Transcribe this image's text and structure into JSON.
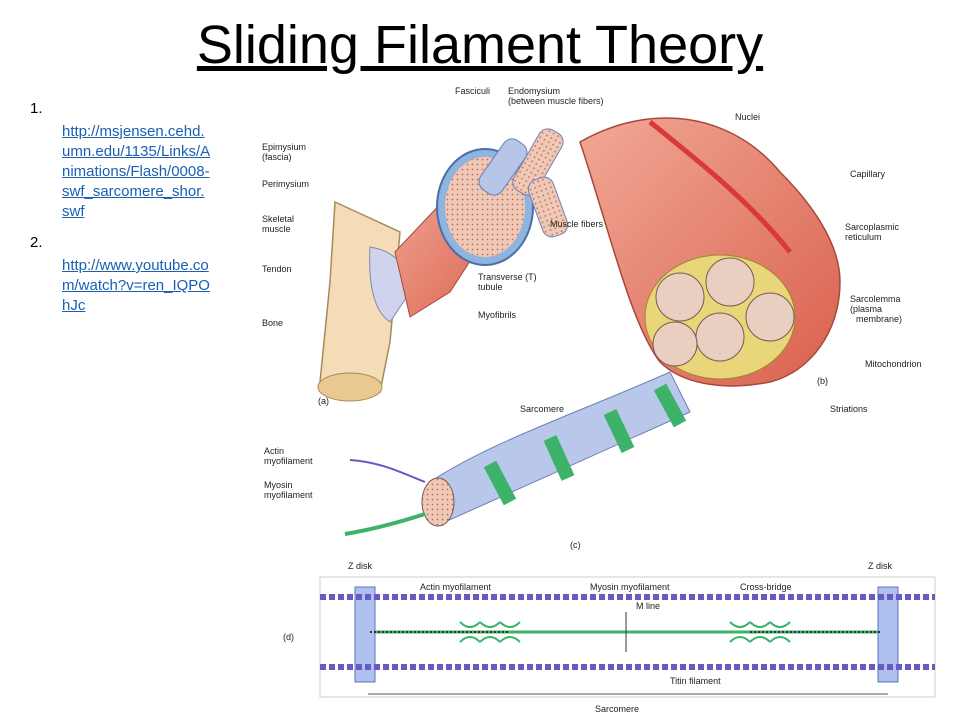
{
  "title": "Sliding Filament Theory",
  "links": [
    {
      "num": "1.",
      "url": "http://msjensen.cehd.umn.edu/1135/Links/Animations/Flash/0008-swf_sarcomere_shor.swf"
    },
    {
      "num": "2.",
      "url": "http://www.youtube.com/watch?v=ren_IQPOhJc"
    }
  ],
  "figure": {
    "labels": {
      "fasciculi": "Fasciculi",
      "endomysium": "Endomysium",
      "endomysium_sub": "(between muscle fibers)",
      "nuclei": "Nuclei",
      "epimysium": "Epimysium",
      "epimysium_sub": "(fascia)",
      "perimysium": "Perimysium",
      "skeletal": "Skeletal",
      "skeletal_sub": "muscle",
      "tendon": "Tendon",
      "bone": "Bone",
      "muscle_fibers": "Muscle fibers",
      "capillary": "Capillary",
      "sr": "Sarcoplasmic",
      "sr_sub": "reticulum",
      "t_tubule": "Transverse (T)",
      "t_tubule_sub": "tubule",
      "myofibrils": "Myofibrils",
      "sarcolemma": "Sarcolemma",
      "sarcolemma_sub1": "(plasma",
      "sarcolemma_sub2": "membrane)",
      "mitochondrion": "Mitochondrion",
      "panel_a": "(a)",
      "panel_b": "(b)",
      "panel_c": "(c)",
      "panel_d": "(d)",
      "sarcomere": "Sarcomere",
      "striations": "Striations",
      "actin": "Actin",
      "actin_sub": "myofilament",
      "myosin": "Myosin",
      "myosin_sub": "myofilament",
      "z_disk_left": "Z disk",
      "z_disk_right": "Z disk",
      "actin_myofilament": "Actin myofilament",
      "myosin_myofilament": "Myosin myofilament",
      "cross_bridge": "Cross-bridge",
      "m_line": "M line",
      "titin": "Titin filament",
      "sarcomere_bottom": "Sarcomere"
    }
  }
}
